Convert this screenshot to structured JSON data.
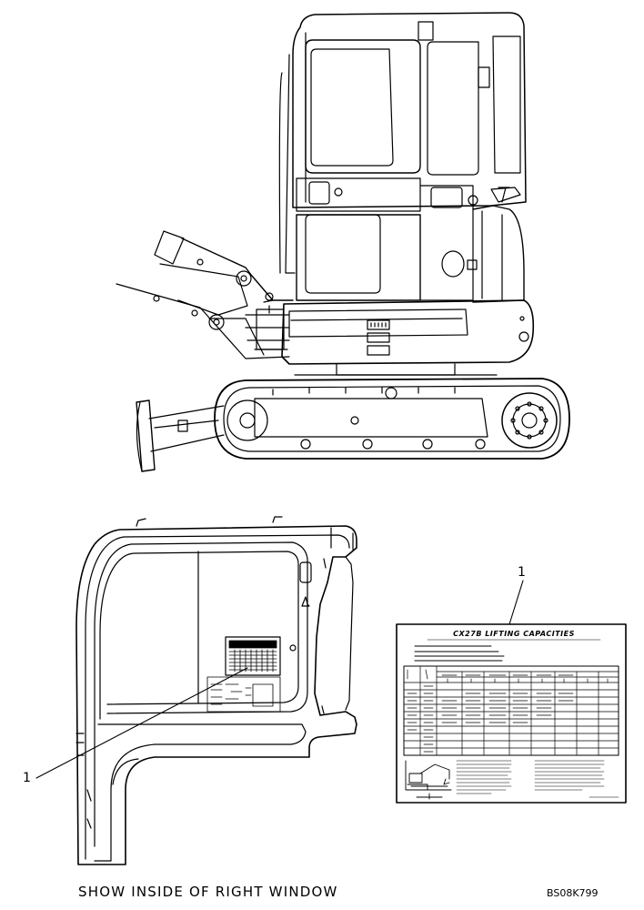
{
  "callouts": {
    "decal_item": "1",
    "window_item": "1"
  },
  "decal": {
    "title": "CX27B LIFTING CAPACITIES"
  },
  "caption": "SHOW INSIDE OF RIGHT WINDOW",
  "drawing_code": "BS08K799"
}
